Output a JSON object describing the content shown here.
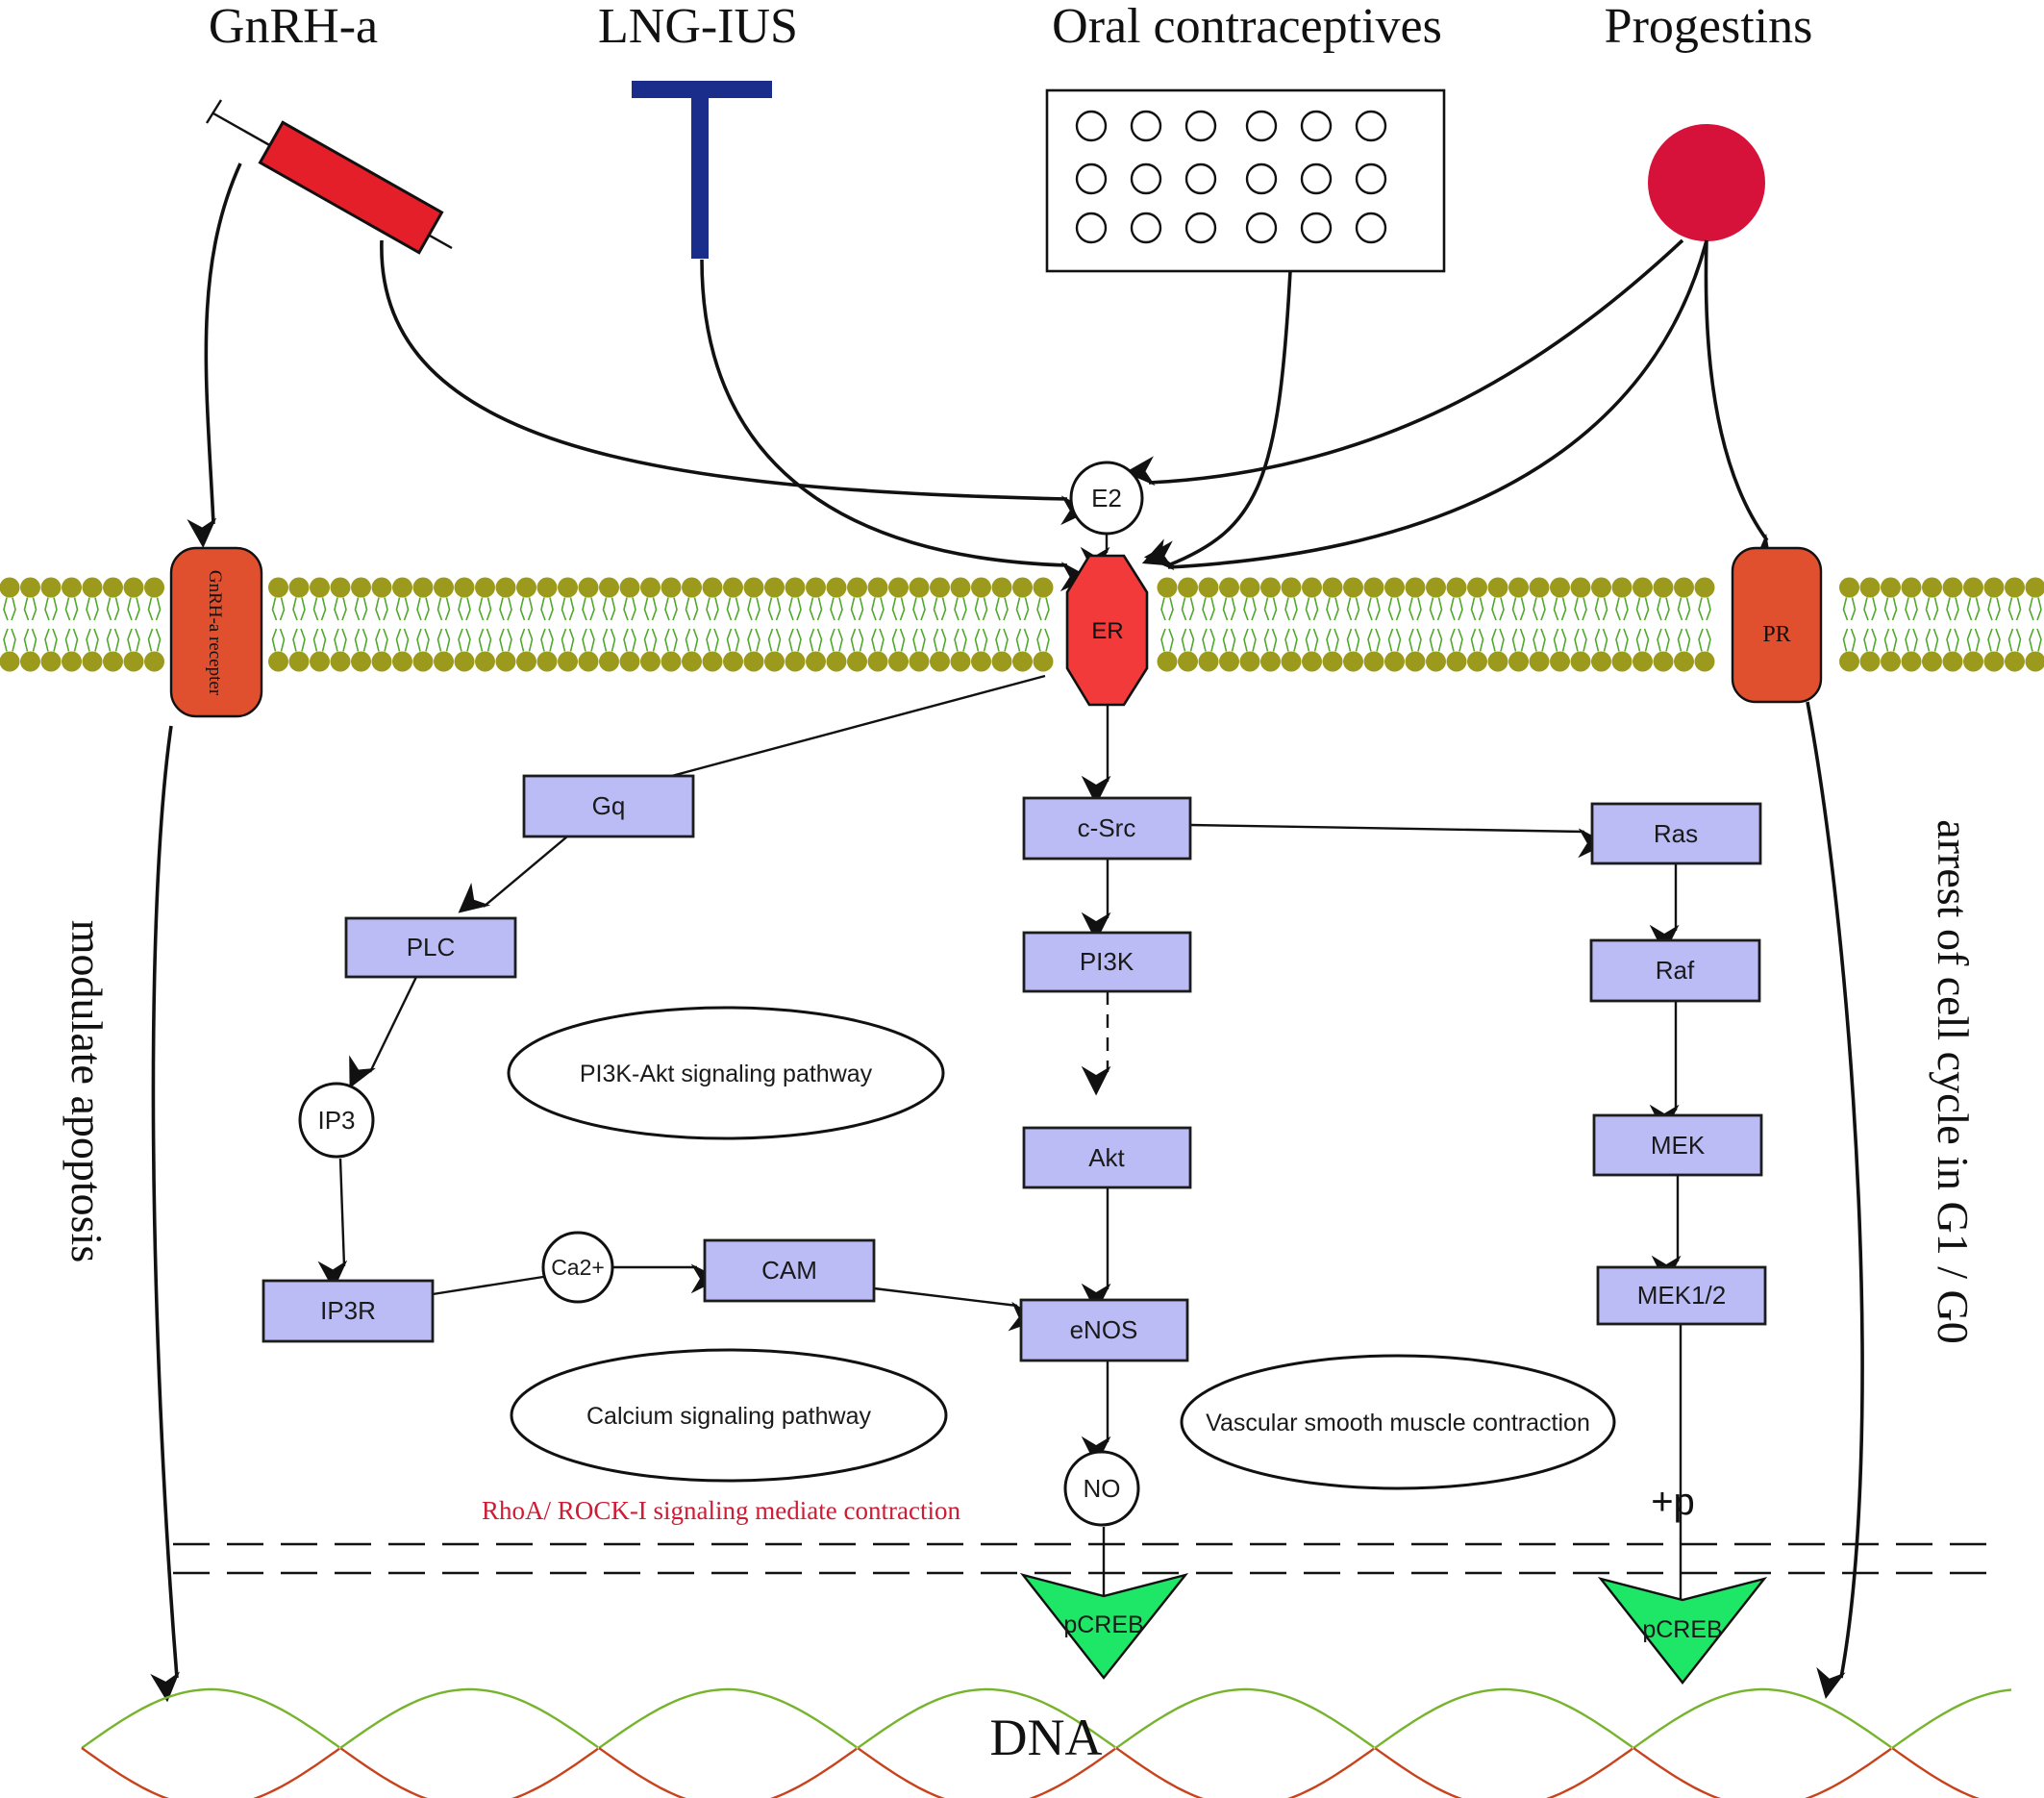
{
  "colors": {
    "membrane_head": "#9b9a1c",
    "membrane_tail": "#4fa82a",
    "node_fill": "#bbbcf6",
    "receptor_red": "#e0502f",
    "er_red": "#f33a3a",
    "pcreb_green": "#1ee667",
    "lng_blue": "#1a2d8a",
    "progestin_red": "#d7123a",
    "syringe_red": "#e41f2a",
    "dna_green": "#77b42e",
    "dna_red": "#c8431c",
    "rhoa_text": "#d11a33"
  },
  "icons": {
    "syringe": "syringe-icon",
    "iud": "iud-t-icon",
    "pill_pack": "pill-pack-icon",
    "pill": "pill-dot-icon"
  },
  "treatments": {
    "gnrh_a": "GnRH-a",
    "lng_ius": "LNG-IUS",
    "oral_contraceptives": "Oral contraceptives",
    "progestins": "Progestins"
  },
  "receptors": {
    "gnrh_receptor": "GnRH-a recepter",
    "er": "ER",
    "pr": "PR"
  },
  "nodes": {
    "e2": "E2",
    "gq": "Gq",
    "plc": "PLC",
    "ip3": "IP3",
    "ip3r": "IP3R",
    "ca2": "Ca2+",
    "cam": "CAM",
    "csrc": "c-Src",
    "pi3k": "PI3K",
    "akt": "Akt",
    "enos": "eNOS",
    "no": "NO",
    "ras": "Ras",
    "raf": "Raf",
    "mek": "MEK",
    "mek12": "MEK1/2",
    "pcreb_left": "pCREB",
    "pcreb_right": "pCREB"
  },
  "pathways": {
    "pi3k_akt": "PI3K-Akt signaling pathway",
    "calcium": "Calcium signaling pathway",
    "vascular": "Vascular smooth muscle contraction",
    "rhoa": "RhoA/ ROCK-I signaling mediate contraction"
  },
  "annotations": {
    "modulate_apoptosis": "modulate apoptosis",
    "arrest_cell_cycle": "arrest of cell cycle in G1 / G0",
    "plus_p": "+p",
    "dna": "DNA"
  }
}
